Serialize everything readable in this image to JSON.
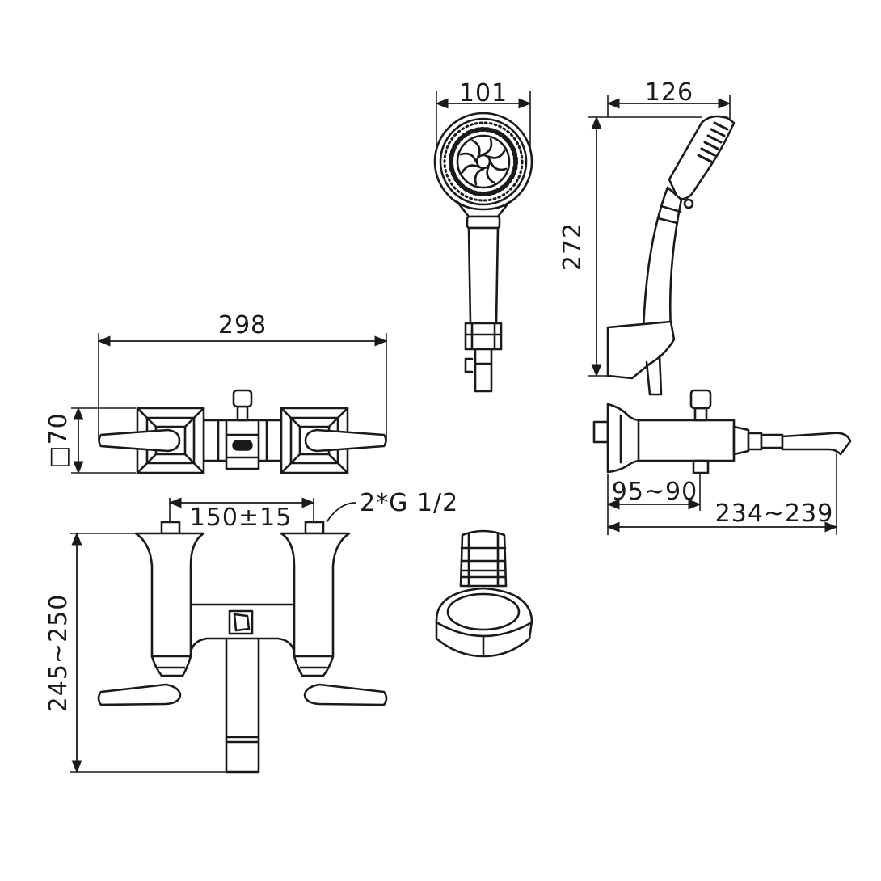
{
  "labels": {
    "shower_head_width": "101",
    "shower_side_width": "126",
    "shower_height": "272",
    "mixer_width": "298",
    "body_square": "□70",
    "inlet_spacing": "150±15",
    "inlet_thread": "2*G 1/2",
    "mixer_height": "245~250",
    "body_depth": "95~90",
    "spout_reach": "234~239"
  },
  "colors": {
    "line": "#1a1a1a",
    "background": "#ffffff"
  }
}
